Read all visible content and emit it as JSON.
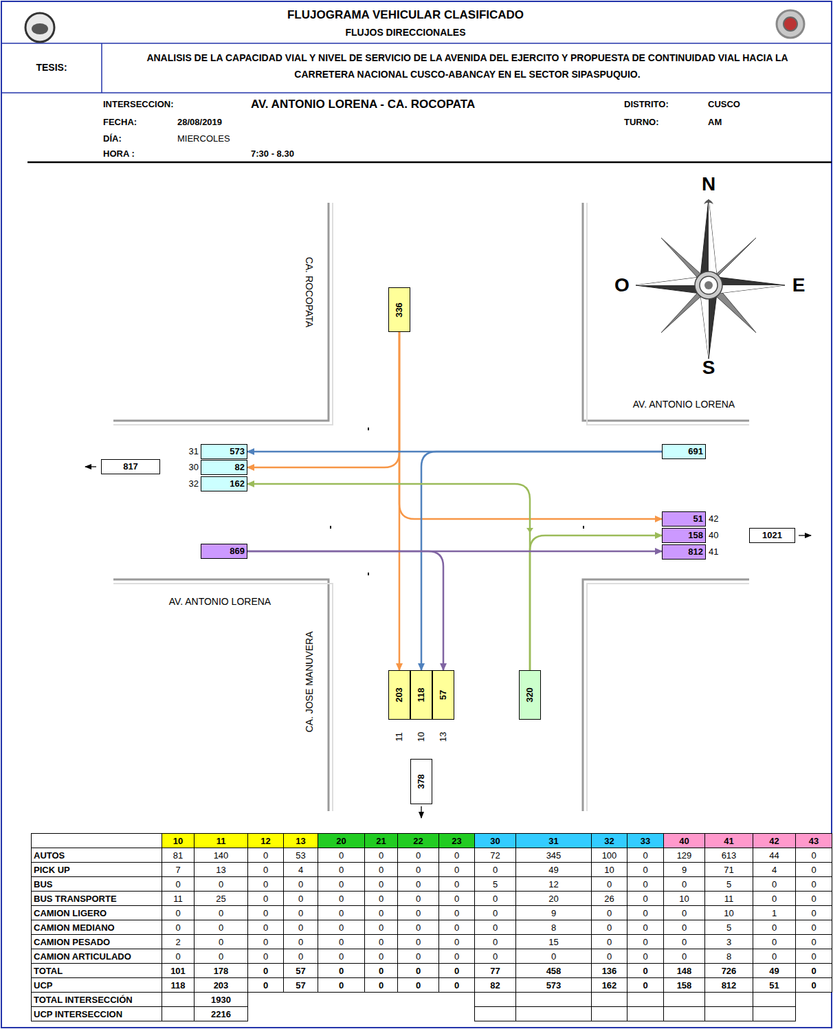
{
  "diagram": {
    "title": "FLUJOGRAMA VEHICULAR CLASIFICADO",
    "nodes": [
      {
        "text": [
          "336"
        ]
      },
      {
        "text": [
          "691"
        ]
      },
      {
        "text": [
          "817"
        ]
      },
      {
        "text": [
          "573"
        ]
      },
      {
        "text": [
          "82"
        ]
      },
      {
        "text": [
          "162"
        ]
      },
      {
        "text": [
          "51"
        ]
      },
      {
        "text": [
          "158"
        ]
      },
      {
        "text": [
          "1021"
        ]
      },
      {
        "text": [
          "869"
        ]
      },
      {
        "text": [
          "812"
        ]
      },
      {
        "text": [
          "203"
        ]
      },
      {
        "text": [
          "118"
        ]
      },
      {
        "text": [
          "57"
        ]
      },
      {
        "text": [
          "320"
        ]
      },
      {
        "text": [
          "378"
        ]
      }
    ],
    "edges": [
      {
        "from": 0,
        "to": 4,
        "arrow": "to"
      },
      {
        "from": 0,
        "to": 6,
        "arrow": "to"
      },
      {
        "from": 0,
        "to": 11,
        "arrow": "to"
      },
      {
        "from": 1,
        "to": 3,
        "arrow": "to"
      },
      {
        "from": 1,
        "to": 12,
        "arrow": "to"
      },
      {
        "from": 14,
        "to": 5,
        "arrow": "to"
      },
      {
        "from": 14,
        "to": 7,
        "arrow": "to"
      },
      {
        "from": 9,
        "to": 10,
        "arrow": "to"
      },
      {
        "from": 9,
        "to": 13,
        "arrow": "to"
      }
    ],
    "labels": [
      "FLUJOS DIRECCIONALES",
      "TESIS:",
      "ANALISIS DE LA CAPACIDAD VIAL Y NIVEL DE SERVICIO DE LA AVENIDA DEL EJERCITO Y PROPUESTA DE CONTINUIDAD VIAL HACIA LA CARRETERA NACIONAL CUSCO-ABANCAY EN EL SECTOR SIPASPUQUIO.",
      "INTERSECCION:",
      "AV. ANTONIO LORENA - CA. ROCOPATA",
      "DISTRITO:",
      "CUSCO",
      "FECHA:",
      "28/08/2019",
      "TURNO:",
      "AM",
      "DÍA:",
      "MIERCOLES",
      "HORA :",
      "7:30 - 8.30",
      "CA. ROCOPATA",
      "AV. ANTONIO LORENA",
      "AV. ANTONIO LORENA",
      "CA. JOSE MANUVERA",
      "N",
      "O",
      "E",
      "S",
      "31",
      "30",
      "32",
      "42",
      "40",
      "41",
      "11",
      "10",
      "13",
      "10",
      "11",
      "12",
      "13",
      "20",
      "21",
      "22",
      "23",
      "30",
      "31",
      "32",
      "33",
      "40",
      "41",
      "42",
      "43",
      "AUTOS",
      "81",
      "140",
      "0",
      "53",
      "0",
      "0",
      "0",
      "0",
      "72",
      "345",
      "100",
      "0",
      "129",
      "613",
      "44",
      "0",
      "PICK UP",
      "7",
      "13",
      "0",
      "4",
      "0",
      "0",
      "0",
      "0",
      "0",
      "49",
      "10",
      "0",
      "9",
      "71",
      "4",
      "0",
      "BUS",
      "0",
      "0",
      "0",
      "0",
      "0",
      "0",
      "0",
      "0",
      "5",
      "12",
      "0",
      "0",
      "0",
      "5",
      "0",
      "0",
      "BUS TRANSPORTE",
      "11",
      "25",
      "0",
      "0",
      "0",
      "0",
      "0",
      "0",
      "0",
      "20",
      "26",
      "0",
      "10",
      "11",
      "0",
      "0",
      "CAMION LIGERO",
      "0",
      "0",
      "0",
      "0",
      "0",
      "0",
      "0",
      "0",
      "0",
      "9",
      "0",
      "0",
      "0",
      "10",
      "1",
      "0",
      "CAMION MEDIANO",
      "0",
      "0",
      "0",
      "0",
      "0",
      "0",
      "0",
      "0",
      "0",
      "8",
      "0",
      "0",
      "0",
      "5",
      "0",
      "0",
      "CAMION PESADO",
      "2",
      "0",
      "0",
      "0",
      "0",
      "0",
      "0",
      "0",
      "0",
      "15",
      "0",
      "0",
      "0",
      "3",
      "0",
      "0",
      "CAMION ARTICULADO",
      "0",
      "0",
      "0",
      "0",
      "0",
      "0",
      "0",
      "0",
      "0",
      "0",
      "0",
      "0",
      "0",
      "8",
      "0",
      "0",
      "TOTAL",
      "101",
      "178",
      "0",
      "57",
      "0",
      "0",
      "0",
      "0",
      "77",
      "458",
      "136",
      "0",
      "148",
      "726",
      "49",
      "0",
      "UCP",
      "118",
      "203",
      "0",
      "57",
      "0",
      "0",
      "0",
      "0",
      "82",
      "573",
      "162",
      "0",
      "158",
      "812",
      "51",
      "0",
      "TOTAL INTERSECCIÓN",
      "1930",
      "UCP INTERSECCION",
      "2216"
    ]
  }
}
